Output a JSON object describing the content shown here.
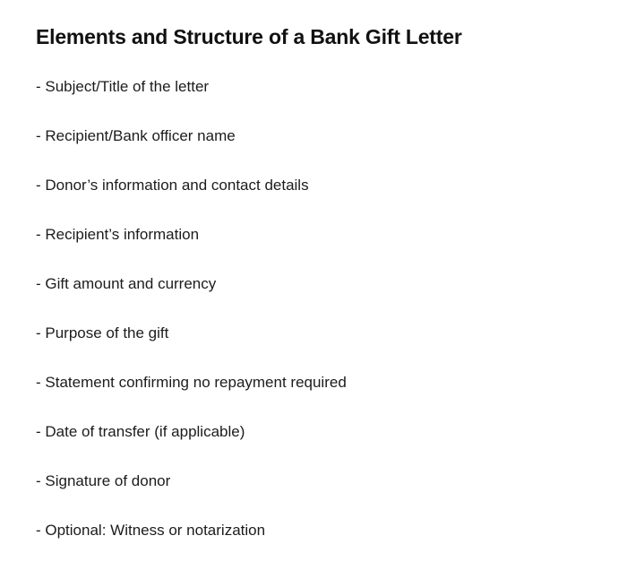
{
  "page": {
    "title": "Elements and Structure of a Bank Gift Letter",
    "items": [
      "- Subject/Title of the letter",
      "- Recipient/Bank officer name",
      "- Donor’s information and contact details",
      "- Recipient’s information",
      "- Gift amount and currency",
      "- Purpose of the gift",
      "- Statement confirming no repayment required",
      "- Date of transfer (if applicable)",
      "- Signature of donor",
      "- Optional: Witness or notarization"
    ],
    "colors": {
      "background": "#ffffff",
      "title_text": "#111111",
      "body_text": "#1c1c1c"
    }
  }
}
